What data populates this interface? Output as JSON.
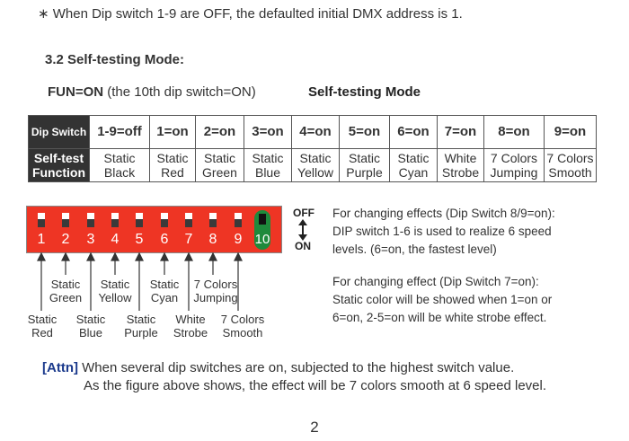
{
  "note_line": "∗ When Dip switch 1-9 are OFF,  the defaulted initial DMX address is 1.",
  "section_title": "3.2  Self-testing Mode:",
  "fun_label": "FUN=ON",
  "fun_paren": " (the 10th dip switch=ON)",
  "self_testing_title": "Self-testing Mode",
  "table": {
    "header_label": "Dip Switch",
    "row_label_1": "Self-test",
    "row_label_2": "Function",
    "columns": [
      {
        "switch": "1-9=off",
        "f1": "Static",
        "f2": "Black"
      },
      {
        "switch": "1=on",
        "f1": "Static",
        "f2": "Red"
      },
      {
        "switch": "2=on",
        "f1": "Static",
        "f2": "Green"
      },
      {
        "switch": "3=on",
        "f1": "Static",
        "f2": "Blue"
      },
      {
        "switch": "4=on",
        "f1": "Static",
        "f2": "Yellow"
      },
      {
        "switch": "5=on",
        "f1": "Static",
        "f2": "Purple"
      },
      {
        "switch": "6=on",
        "f1": "Static",
        "f2": "Cyan"
      },
      {
        "switch": "7=on",
        "f1": "White",
        "f2": "Strobe"
      },
      {
        "switch": "8=on",
        "f1": "7 Colors",
        "f2": "Jumping"
      },
      {
        "switch": "9=on",
        "f1": "7 Colors",
        "f2": "Smooth"
      }
    ]
  },
  "switch_numbers": [
    "1",
    "2",
    "3",
    "4",
    "5",
    "6",
    "7",
    "8",
    "9",
    "10"
  ],
  "off_label": "OFF",
  "on_label": "ON",
  "para1": [
    "For changing effects (Dip Switch 8/9=on):",
    "DIP switch 1-6 is used to realize 6 speed",
    "levels. (6=on, the fastest level)"
  ],
  "para2": [
    "For changing effect (Dip Switch 7=on):",
    "Static color will be showed when 1=on or",
    "6=on, 2-5=on will be white strobe effect."
  ],
  "upper_labels": [
    {
      "l1": "Static",
      "l2": "Green"
    },
    {
      "l1": "Static",
      "l2": "Yellow"
    },
    {
      "l1": "Static",
      "l2": "Cyan"
    },
    {
      "l1": "7 Colors",
      "l2": "Jumping"
    }
  ],
  "lower_labels": [
    {
      "l1": "Static",
      "l2": "Red"
    },
    {
      "l1": "Static",
      "l2": "Blue"
    },
    {
      "l1": "Static",
      "l2": "Purple"
    },
    {
      "l1": "White",
      "l2": "Strobe"
    },
    {
      "l1": "7 Colors",
      "l2": "Smooth"
    }
  ],
  "attn_tag": "[Attn]",
  "attn_line1": " When several dip switches are on, subjected to the highest switch value.",
  "attn_line2": "As the figure above shows, the effect will be 7 colors smooth at 6 speed level.",
  "page_number": "2",
  "colors": {
    "switch_body": "#ee3524",
    "switch10": "#1e8a3c",
    "header_bg": "#333333",
    "attn_tag": "#1b3a8c"
  }
}
